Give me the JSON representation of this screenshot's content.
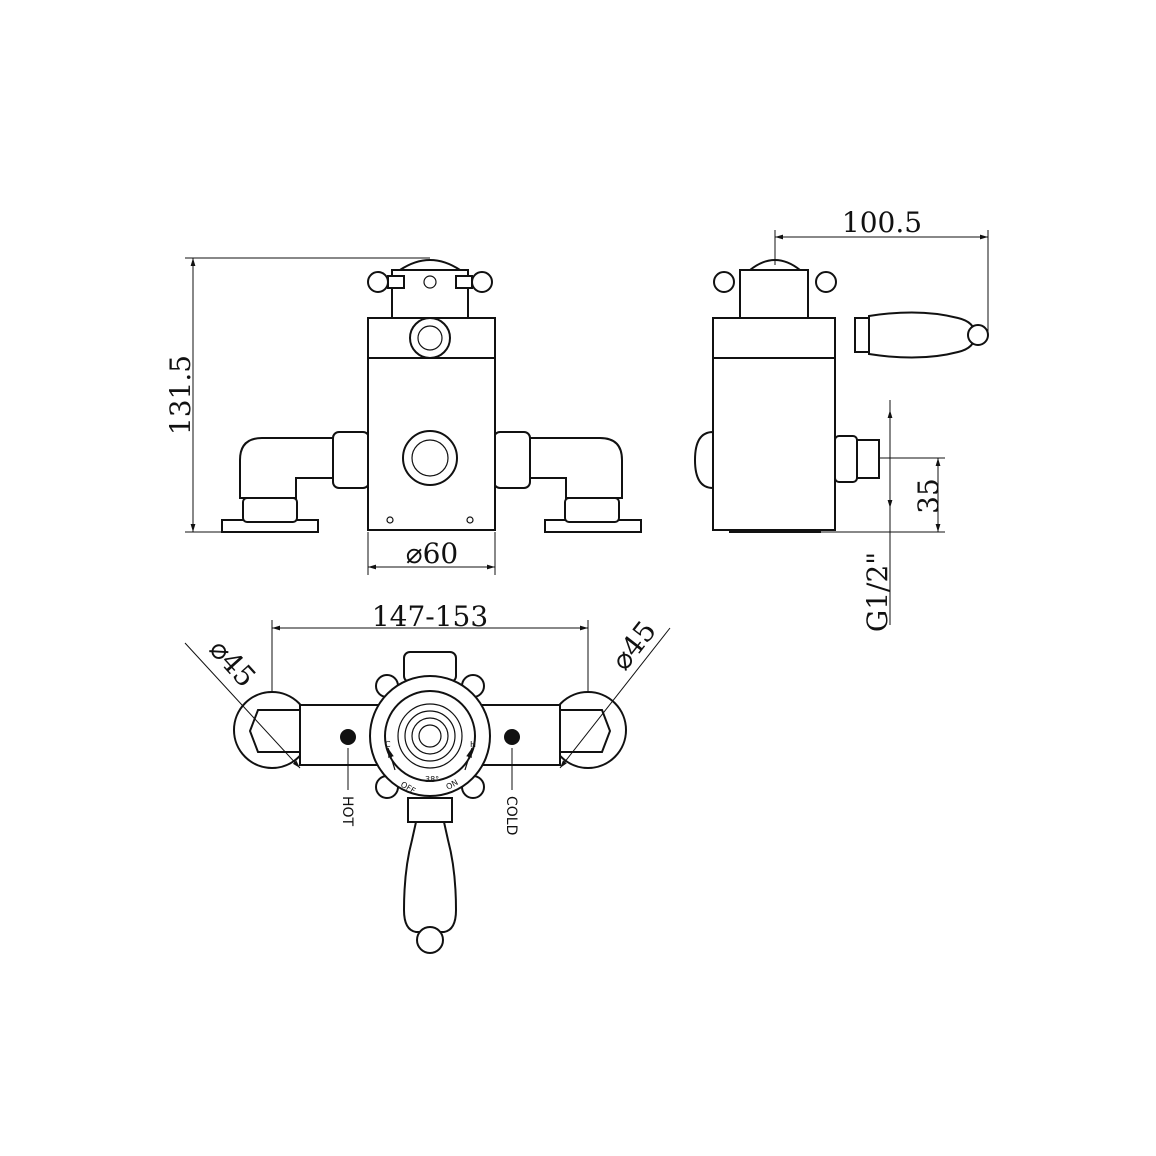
{
  "dimensions": {
    "height": "131.5",
    "body_diameter": "⌀60",
    "depth": "100.5",
    "inlet_height": "35",
    "thread": "G1/2\"",
    "centres": "147-153",
    "plate_left": "⌀45",
    "plate_right": "⌀45"
  },
  "labels": {
    "hot": "HOT",
    "cold": "COLD",
    "c": "C",
    "h": "H",
    "off": "OFF",
    "on": "ON",
    "temp": "38°"
  }
}
